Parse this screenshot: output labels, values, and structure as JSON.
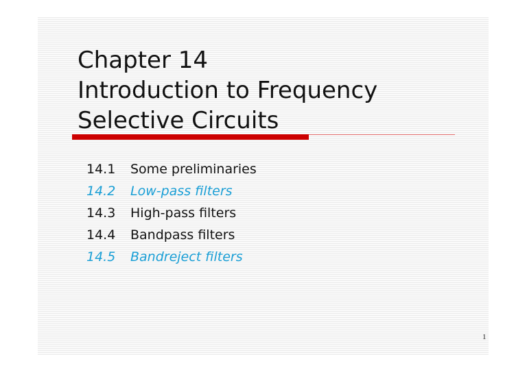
{
  "slide": {
    "title_lines": [
      "Chapter 14",
      "Introduction to Frequency",
      "Selective Circuits"
    ],
    "toc": [
      {
        "number": "14.1",
        "label": "Some preliminaries",
        "highlighted": false
      },
      {
        "number": "14.2",
        "label": "Low-pass filters",
        "highlighted": true
      },
      {
        "number": "14.3",
        "label": "High-pass filters",
        "highlighted": false
      },
      {
        "number": "14.4",
        "label": "Bandpass filters",
        "highlighted": false
      },
      {
        "number": "14.5",
        "label": "Bandreject filters",
        "highlighted": true
      }
    ],
    "page_number": "1",
    "colors": {
      "accent_bar": "#cc0000",
      "highlight_text": "#1a9fd6",
      "body_text": "#111111"
    }
  }
}
